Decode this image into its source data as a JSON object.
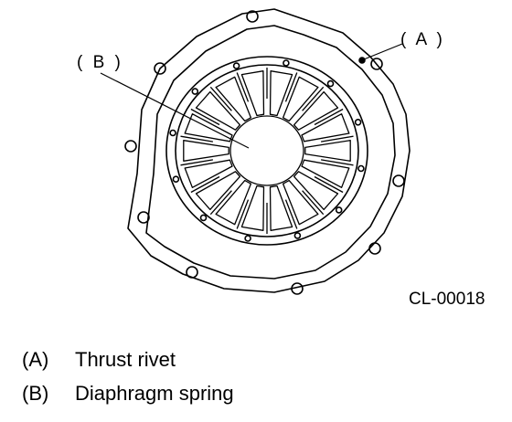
{
  "diagram": {
    "callouts": {
      "a": "( A )",
      "b": "( B )"
    },
    "figure_code": "CL-00018",
    "legend": [
      {
        "key": "(A)",
        "text": "Thrust rivet"
      },
      {
        "key": "(B)",
        "text": "Diaphragm spring"
      }
    ]
  }
}
